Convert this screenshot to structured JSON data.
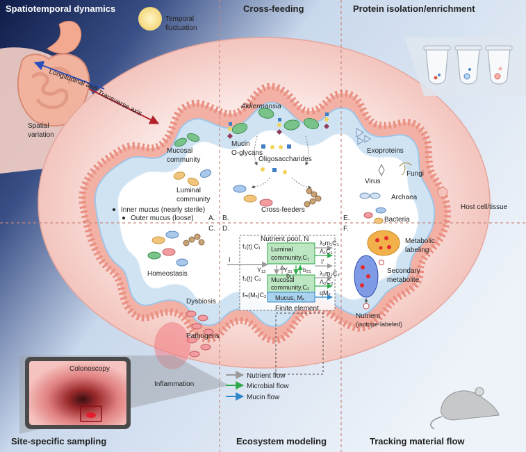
{
  "panels": {
    "a_title": "Spatiotemporal dynamics",
    "b_title": "Cross-feeding",
    "c_title": "Protein isolation/enrichment",
    "d_title": "Site-specific sampling",
    "e_title": "Ecosystem modeling",
    "f_title": "Tracking material flow"
  },
  "letters": {
    "a": "A.",
    "b": "B.",
    "c": "C.",
    "d": "D.",
    "e": "E.",
    "f": "F."
  },
  "spatiotemporal": {
    "temporal": [
      "Temporal",
      "fluctuation"
    ],
    "longitudinal": "Longitudinal axis",
    "transverse": "Transverse axis",
    "spatial": [
      "Spatial",
      "variation"
    ],
    "mucosal_community": [
      "Mucosal",
      "community"
    ],
    "luminal_community": [
      "Luminal",
      "community"
    ],
    "inner_mucus": "Inner mucus (nearly sterile)",
    "outer_mucus": "Outer mucus (loose)"
  },
  "crossfeeding": {
    "akkermansia": "Akkermansia",
    "mucin": [
      "Mucin",
      "O-glycans"
    ],
    "oligosaccharides": "Oligosaccharides",
    "cross_feeders": "Cross-feeders"
  },
  "protein": {
    "exoproteins": "Exoproteins",
    "virus": "Virus",
    "fungi": "Fungi",
    "archaea": "Archaea",
    "host": "Host cell/tissue",
    "bacteria": "Bacteria"
  },
  "homeostasis": {
    "homeostasis": "Homeostasis",
    "dysbiosis": "Dysbiosis",
    "pathogens": "Pathogens",
    "inflammation": "Inflammation",
    "colonoscopy": "Colonoscopy"
  },
  "model": {
    "pool": "Nutrient pool, N",
    "luminal": [
      "Luminal",
      "community,C₁"
    ],
    "mucosal": [
      "Mucosal",
      "community,C₂"
    ],
    "mucus": "Mucus, Mₓ",
    "f1": "f₁(t) C₁",
    "f2": "f₂(t) C₂",
    "fm": "fₘ(Mₓ)C₂",
    "input": "I",
    "y12": "Y₁₂",
    "y21": "Y₂₁",
    "b12": "b₁₂",
    "b21": "b₂₁",
    "out1": "λ₁m₁C₁",
    "out2": "Λ₁C₁",
    "out3": "I'",
    "out4": "λ₂m₂C₂",
    "out5": "Λ₂C₂",
    "out6": "qMₓ",
    "finite": "Finite element",
    "legend": [
      "Nutrient flow",
      "Microbial flow",
      "Mucin flow"
    ]
  },
  "tracking": {
    "metabolic": [
      "Metabolic",
      "labeling"
    ],
    "secondary": [
      "Secondary",
      "metabolite"
    ],
    "nutrient": [
      "Nutrient",
      "(isotope-labeled)"
    ]
  },
  "colors": {
    "night": "#1b2a5a",
    "sky": "#dde8f4",
    "tissue": "#f3c6c0",
    "mucus": "#cfe3f3",
    "green_flow": "#2faa4a",
    "blue_flow": "#2f86c8",
    "grey_flow": "#9a9a9a"
  }
}
